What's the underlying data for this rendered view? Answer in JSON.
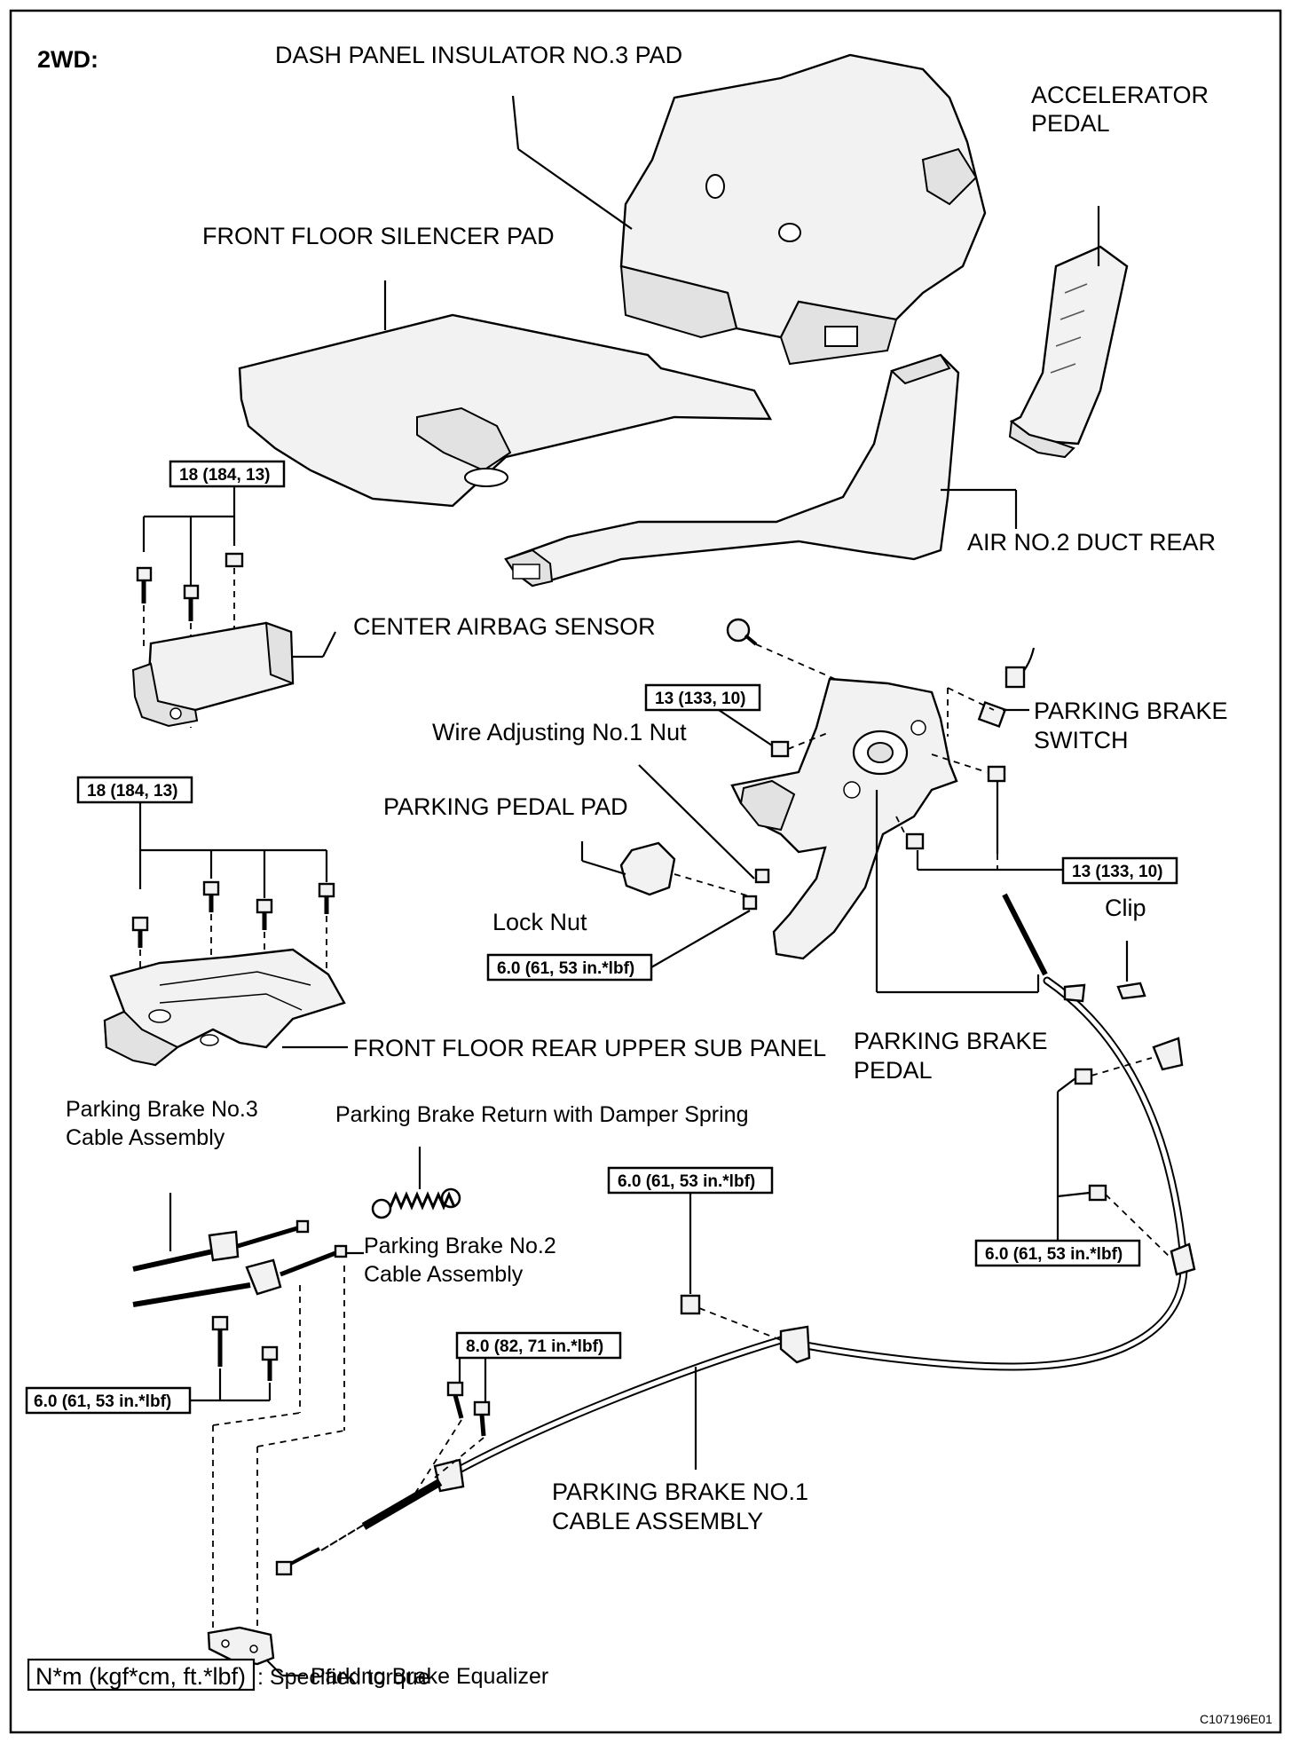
{
  "title": "2WD:",
  "figure_code": "C107196E01",
  "labels": {
    "dash_panel_insulator": "DASH PANEL INSULATOR NO.3 PAD",
    "accelerator_pedal_1": "ACCELERATOR",
    "accelerator_pedal_2": "PEDAL",
    "front_floor_silencer_pad": "FRONT FLOOR SILENCER PAD",
    "air_duct_rear": "AIR NO.2 DUCT REAR",
    "center_airbag_sensor": "CENTER AIRBAG SENSOR",
    "wire_adjusting_nut": "Wire Adjusting No.1 Nut",
    "parking_brake_switch_1": "PARKING BRAKE",
    "parking_brake_switch_2": "SWITCH",
    "parking_pedal_pad": "PARKING PEDAL PAD",
    "lock_nut": "Lock Nut",
    "clip": "Clip",
    "front_floor_rear_upper_sub_panel": "FRONT FLOOR REAR UPPER SUB PANEL",
    "parking_brake_pedal_1": "PARKING BRAKE",
    "parking_brake_pedal_2": "PEDAL",
    "no3_cable_1": "Parking Brake No.3",
    "no3_cable_2": "Cable Assembly",
    "return_spring": "Parking Brake Return with Damper Spring",
    "no2_cable_1": "Parking Brake No.2",
    "no2_cable_2": "Cable Assembly",
    "no1_cable_1": "PARKING BRAKE NO.1",
    "no1_cable_2": "CABLE ASSEMBLY",
    "equalizer": "Parking Brake Equalizer"
  },
  "torques": {
    "airbag_sensor": "18 (184, 13)",
    "sub_panel": "18 (184, 13)",
    "wire_adjusting_nut": "13 (133, 10)",
    "pedal_bracket_nut": "13 (133, 10)",
    "lock_nut": "6.0 (61, 53 in.*lbf)",
    "cable_clamp_right": "6.0 (61, 53 in.*lbf)",
    "cable_clamp_center": "6.0 (61, 53 in.*lbf)",
    "cable_bolts": "8.0 (82, 71 in.*lbf)",
    "equalizer_bolts": "6.0 (61, 53 in.*lbf)"
  },
  "legend": {
    "unit": "N*m (kgf*cm, ft.*lbf)",
    "description": ": Specified torque"
  }
}
